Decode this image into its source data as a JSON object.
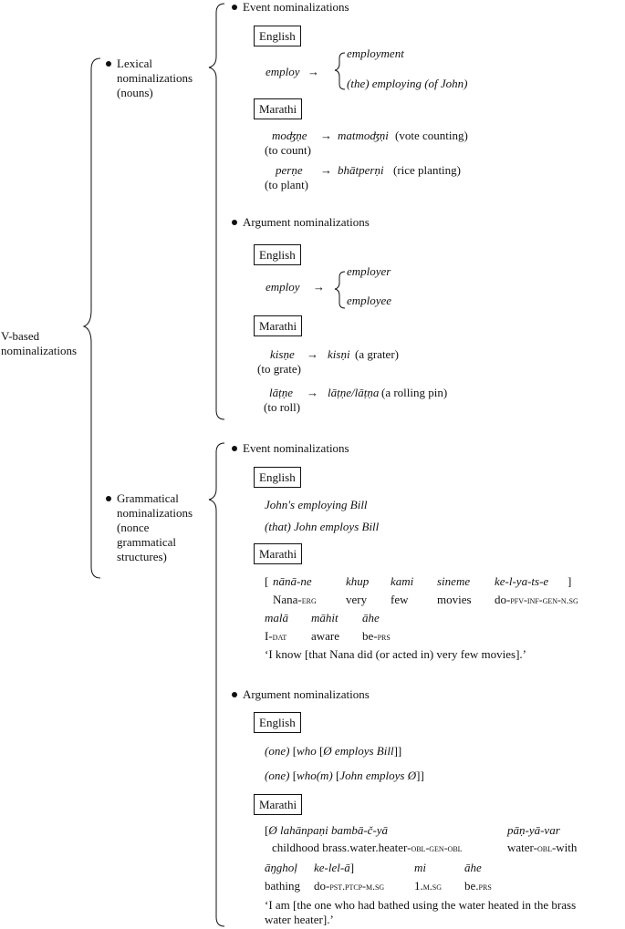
{
  "root": {
    "line1": "V-based",
    "line2": "nominalizations"
  },
  "lexical": {
    "label1": "Lexical",
    "label2": "nominalizations",
    "label3": "(nouns)",
    "event": {
      "title": "Event nominalizations",
      "english_box": "English",
      "english_base": "employ",
      "english_out1": "employment",
      "english_out2": "(the) employing (of John)",
      "marathi_box": "Marathi",
      "m1_verb": "moʤṇe",
      "m1_gloss": "(to count)",
      "m1_noun": "matmoʤṇi",
      "m1_meaning": "(vote counting)",
      "m2_verb": "perṇe",
      "m2_gloss": "(to plant)",
      "m2_noun": "bhātperṇi",
      "m2_meaning": "(rice planting)"
    },
    "argument": {
      "title": "Argument nominalizations",
      "english_box": "English",
      "english_base": "employ",
      "english_out1": "employer",
      "english_out2": "employee",
      "marathi_box": "Marathi",
      "m1_verb": "kisṇe",
      "m1_gloss": "(to grate)",
      "m1_noun": "kisṇi",
      "m1_meaning": "(a grater)",
      "m2_verb": "lāṭṇe",
      "m2_gloss": "(to roll)",
      "m2_noun": "lāṭṇe/lāṭṇa",
      "m2_meaning": "(a rolling pin)"
    }
  },
  "grammatical": {
    "label1": "Grammatical",
    "label2": "nominalizations",
    "label3": "(nonce",
    "label4": "grammatical",
    "label5": "structures)",
    "event": {
      "title": "Event nominalizations",
      "english_box": "English",
      "ex1": "John's employing Bill",
      "ex2": "(that) John employs Bill",
      "marathi_box": "Marathi",
      "r1_w1": "nānā-ne",
      "r1_w2": "khup",
      "r1_w3": "kami",
      "r1_w4": "sineme",
      "r1_w5": "ke-l-ya-ts-e",
      "r2_g1a": "Nana-",
      "r2_g1b": "erg",
      "r2_g2": "very",
      "r2_g3": "few",
      "r2_g4": "movies",
      "r2_g5a": "do-",
      "r2_g5b": "pfv-inf-gen-n.sg",
      "r3_w1": "malā",
      "r3_w2": "māhit",
      "r3_w3": "āhe",
      "r4_g1a": "I-",
      "r4_g1b": "dat",
      "r4_g2": "aware",
      "r4_g3a": "be-",
      "r4_g3b": "prs",
      "translation": "‘I know [that Nana did (or acted in) very few movies].’"
    },
    "argument": {
      "title": "Argument nominalizations",
      "english_box": "English",
      "ex1_a": "(one)",
      "ex1_b": "who",
      "ex1_c": "Ø employs Bill",
      "ex2_a": "(one)",
      "ex2_b": "who(m)",
      "ex2_c": "John employs Ø",
      "marathi_box": "Marathi",
      "r1_w1": "Ø lahānpaṇi bambā-č-yā",
      "r1_w2": "pāṇ-yā-var",
      "r2_g1": "childhood brass.water.heater-",
      "r2_g1b": "obl-gen-obl",
      "r2_g2a": "water-",
      "r2_g2b": "obl",
      "r2_g2c": "-with",
      "r3_w1": "āŋghoḷ",
      "r3_w2": "ke-lel-ā",
      "r3_w3": "mi",
      "r3_w4": "āhe",
      "r4_g1": "bathing",
      "r4_g2a": "do-",
      "r4_g2b": "pst.ptcp-m.sg",
      "r4_g3a": "1.",
      "r4_g3b": "m.sg",
      "r4_g4a": "be.",
      "r4_g4b": "prs",
      "translation1": "‘I am [the one who had bathed using the water heated in the brass",
      "translation2": "water heater].’"
    }
  }
}
